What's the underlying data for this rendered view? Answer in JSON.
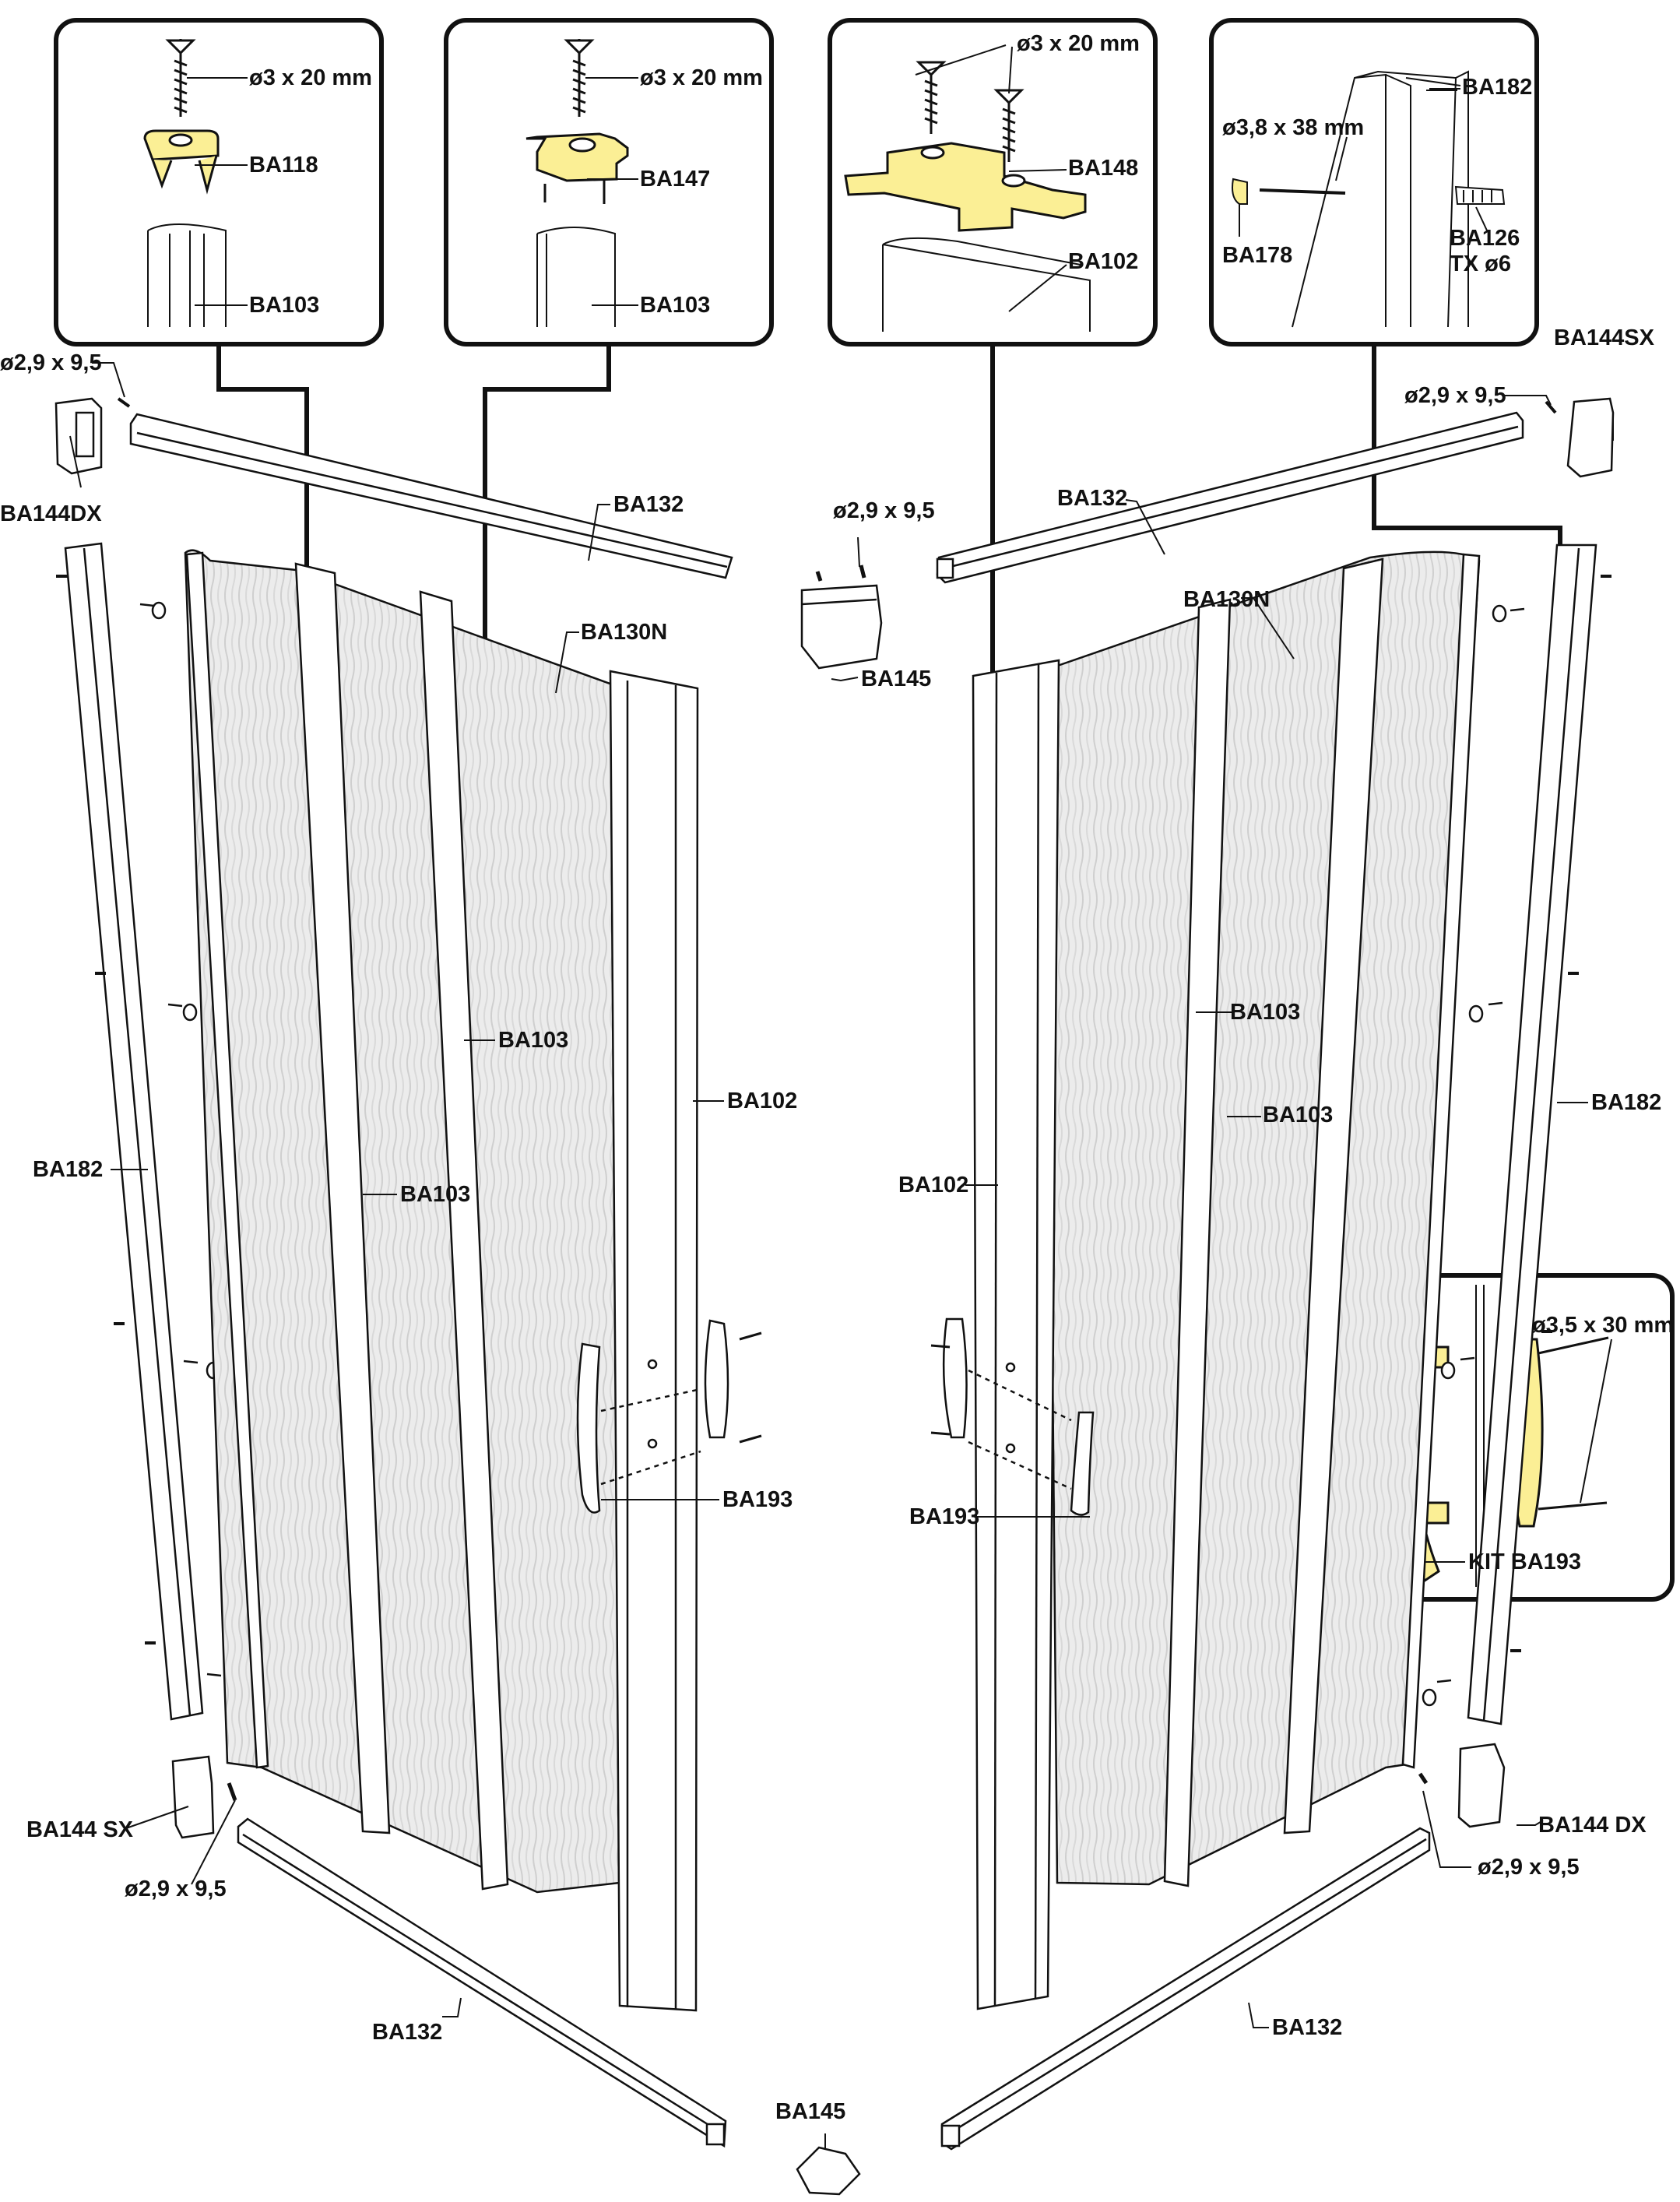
{
  "colors": {
    "accent": "#fbef95",
    "accent_stroke": "#b8a84a",
    "line": "#111111",
    "panel_border": "#111111",
    "mesh": "#e8e8e8",
    "frame": "#ffffff"
  },
  "insets": {
    "inset_1": {
      "screw": "ø3 x 20 mm",
      "clip": "BA118",
      "profile": "BA103"
    },
    "inset_2": {
      "screw": "ø3 x 20 mm",
      "clip": "BA147",
      "profile": "BA103"
    },
    "inset_3": {
      "screw": "ø3 x 20 mm",
      "clip": "BA148",
      "profile": "BA102"
    },
    "inset_4": {
      "post": "BA182",
      "screw": "ø3,8 x 38 mm",
      "cap": "BA178",
      "anchor": "BA126\nTX ø6"
    },
    "inset_5": {
      "screw": "ø3,5 x 30 mm",
      "kit": "KIT BA193"
    }
  },
  "labels": {
    "screw_top_left": "ø2,9 x 9,5",
    "corner_top_left": "BA144DX",
    "rail_top_left": "BA132",
    "mesh_left": "BA130N",
    "profile_left_1": "BA103",
    "profile_left_2": "BA103",
    "bar_left": "BA102",
    "post_left": "BA182",
    "handle_left": "BA193",
    "corner_bottom_left": "BA144 SX",
    "screw_bottom_left": "ø2,9 x 9,5",
    "rail_bottom_left": "BA132",
    "screw_center": "ø2,9 x 9,5",
    "joint_top": "BA145",
    "rail_top_right": "BA132",
    "mesh_right": "BA130N",
    "profile_right_1": "BA103",
    "profile_right_2": "BA103",
    "bar_right": "BA102",
    "post_right": "BA182",
    "handle_right": "BA193",
    "screw_top_right": "ø2,9 x 9,5",
    "corner_top_right": "BA144SX",
    "corner_bottom_right": "BA144 DX",
    "screw_bottom_right": "ø2,9 x 9,5",
    "rail_bottom_right": "BA132",
    "joint_bottom": "BA145"
  }
}
